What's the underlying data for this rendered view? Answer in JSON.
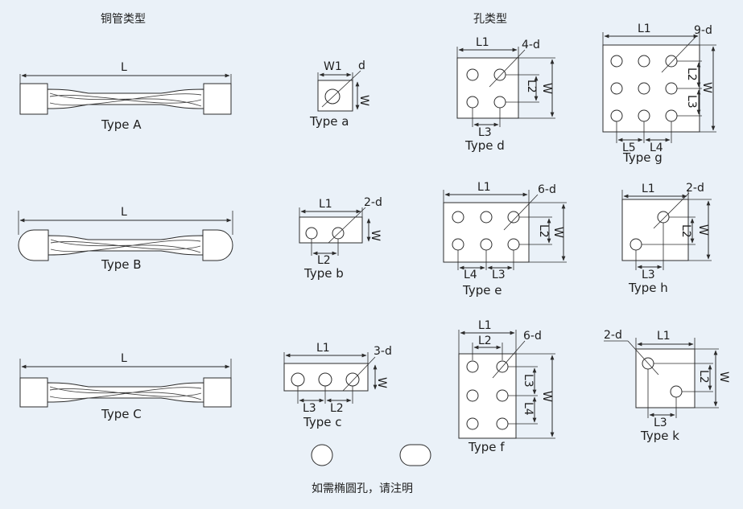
{
  "headings": {
    "tubes": "铜管类型",
    "holes": "孔类型"
  },
  "tubes": {
    "a": {
      "caption": "Type A",
      "length": "L"
    },
    "b": {
      "caption": "Type B",
      "length": "L"
    },
    "c": {
      "caption": "Type C",
      "length": "L"
    }
  },
  "holes": {
    "a": {
      "caption": "Type a",
      "w1": "W1",
      "d": "d",
      "w": "W"
    },
    "b": {
      "caption": "Type b",
      "l1": "L1",
      "d": "2-d",
      "w": "W",
      "l2": "L2"
    },
    "c": {
      "caption": "Type c",
      "l1": "L1",
      "d": "3-d",
      "w": "W",
      "l3": "L3",
      "l2": "L2"
    },
    "d": {
      "caption": "Type d",
      "l1": "L1",
      "d": "4-d",
      "l2": "L2",
      "w": "W",
      "l3": "L3"
    },
    "e": {
      "caption": "Type e",
      "l1": "L1",
      "d": "6-d",
      "l2": "L2",
      "w": "W",
      "l4": "L4",
      "l3": "L3"
    },
    "f": {
      "caption": "Type f",
      "l1": "L1",
      "l2": "L2",
      "d": "6-d",
      "l3": "L3",
      "l4": "L4",
      "w": "W"
    },
    "g": {
      "caption": "Type g",
      "l1": "L1",
      "d": "9-d",
      "l2": "L2",
      "l3": "L3",
      "w": "W",
      "l5": "L5",
      "l4": "L4"
    },
    "h": {
      "caption": "Type h",
      "l1": "L1",
      "d": "2-d",
      "l2": "L2",
      "w": "W",
      "l3": "L3"
    },
    "k": {
      "caption": "Type k",
      "d": "2-d",
      "l1": "L1",
      "l2": "L2",
      "w": "W",
      "l3": "L3"
    }
  },
  "note": "如需椭圆孔，请注明"
}
